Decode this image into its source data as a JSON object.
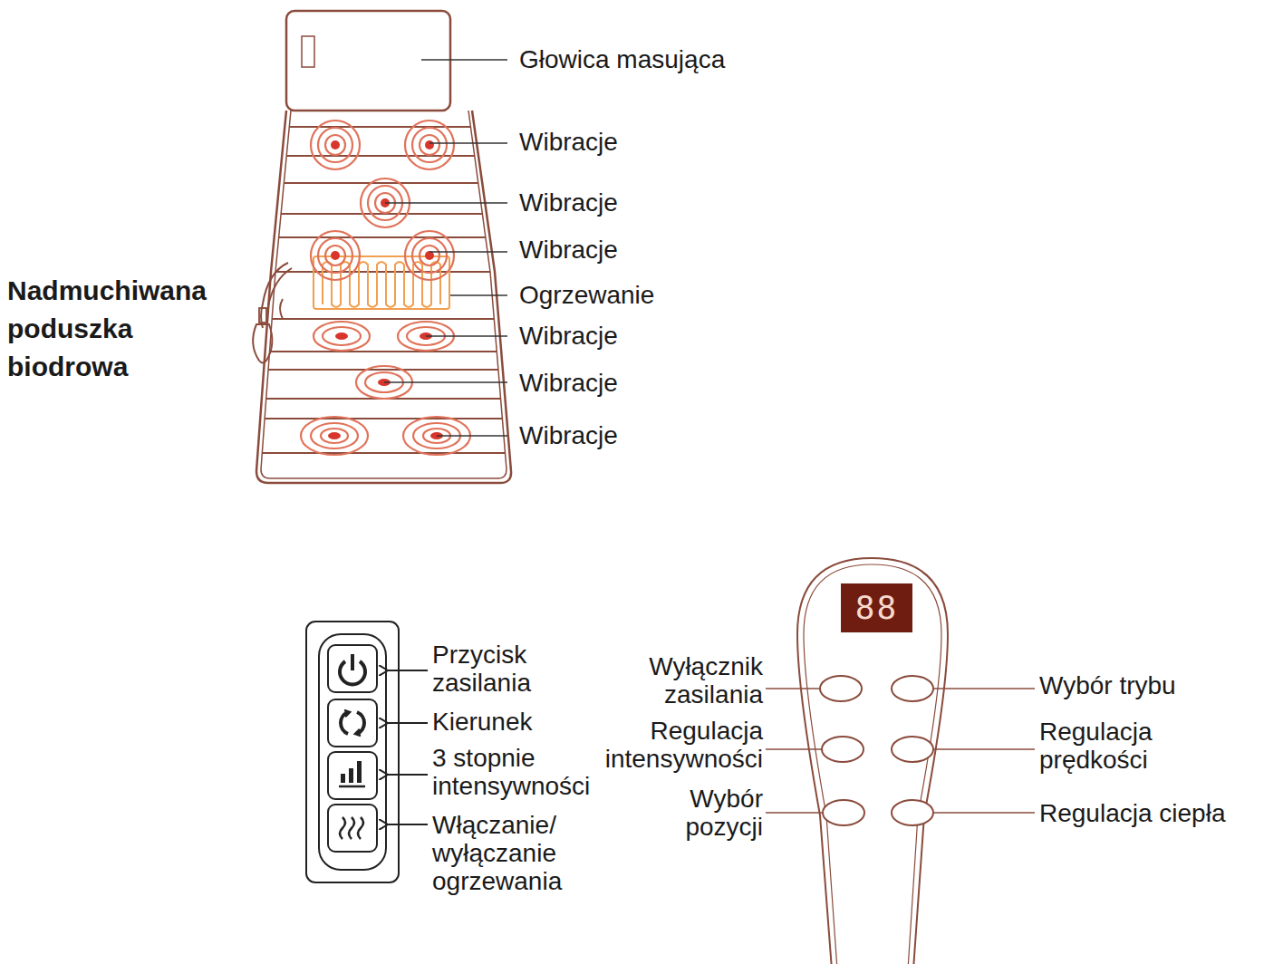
{
  "diagram": {
    "labels": [
      "Głowica masująca",
      "Wibracje",
      "Wibracje",
      "Wibracje",
      "Nadmuchiwana poduszka biodrowa",
      "Ogrzewanie",
      "Wibracje",
      "Wibracje",
      "Wibracje",
      "Przycisk zasilania",
      "Kierunek",
      "3 stopnie intensywności",
      "Włączanie/ wyłączanie ogrzewania",
      "88",
      "Wyłącznik zasilania",
      "Wybór trybu",
      "Regulacja intensywności",
      "Regulacja prędkości",
      "Wybór pozycji",
      "Regulacja ciepła"
    ]
  }
}
